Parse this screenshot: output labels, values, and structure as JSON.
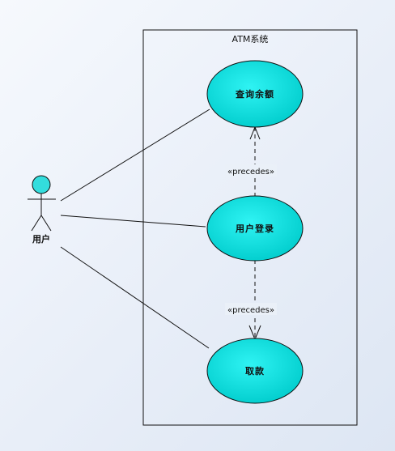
{
  "system": {
    "title": "ATM系统"
  },
  "actor": {
    "name": "用户"
  },
  "use_cases": {
    "balance": "查询余额",
    "login": "用户登录",
    "withdraw": "取款"
  },
  "relationships": {
    "precedes_top": "«precedes»",
    "precedes_bottom": "«precedes»"
  },
  "colors": {
    "use_case_fill": "#00e6e6",
    "actor_head_fill": "#33dddd",
    "line": "#111111"
  }
}
